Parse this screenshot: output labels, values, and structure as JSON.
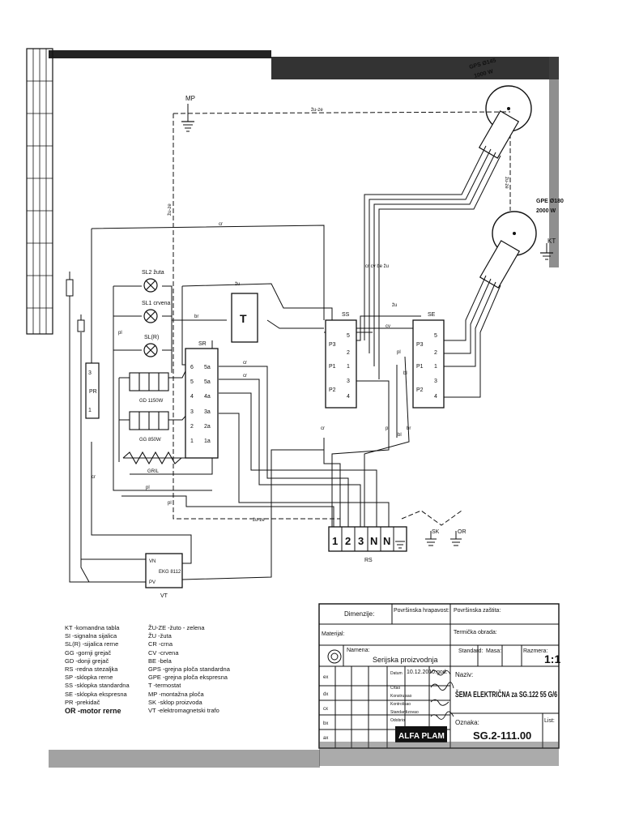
{
  "components": {
    "mp": "MP",
    "gps": "GPS Ø145",
    "gps_power": "1000 W",
    "gpe": "GPE Ø180",
    "gpe_power": "2000 W",
    "kt": "KT",
    "sl2": "SL2 žuta",
    "sl1": "SL1 crvena",
    "slr": "SL(R)",
    "t": "T",
    "sr": "SR",
    "ss": "SS",
    "se": "SE",
    "gd": "GD 1150W",
    "gg": "GG 850W",
    "grill": "GRIL",
    "pr": "PR",
    "rs": "RS",
    "sk": "SK",
    "or": "OR",
    "vt": "VT",
    "vt_model": "EKG 8112",
    "vn": "VN",
    "pv": "PV"
  },
  "wire_labels": {
    "zu_ze": "žu-ze",
    "cr": "cr",
    "bl": "bl",
    "br": "br",
    "pl": "pl",
    "cv": "cv",
    "zu": "žu",
    "cr_cv_be_zu": "cr cv be žu"
  },
  "terminals": {
    "sr": [
      "6",
      "5",
      "4",
      "3",
      "2",
      "1",
      "5a",
      "5a",
      "4a",
      "3a",
      "2a",
      "1a"
    ],
    "ss": [
      "5",
      "P3",
      "2",
      "P1",
      "1",
      "3",
      "P2",
      "4"
    ],
    "se": [
      "P3",
      "5",
      "2",
      "P1",
      "1",
      "3",
      "P2",
      "4"
    ],
    "rs": [
      "1",
      "2",
      "3",
      "N",
      "N"
    ],
    "pr": [
      "3",
      "1"
    ]
  },
  "legend_left": [
    "KT -komandna tabla",
    "SI -signalna sijalica",
    "SL(R) -sijalica rerne",
    "GG -gornji grejač",
    "GD -donji grejač",
    "RS -redna stezaljka",
    "SP -sklopka rerne",
    "SS -sklopka standardna",
    "SE -sklopka ekspresna",
    "PR -prekidač",
    "OR -motor rerne"
  ],
  "legend_right": [
    "ŽU-ZE -žuto - zelena",
    "ŽU -žuta",
    "CR -crna",
    "CV -crvena",
    "BE -bela",
    "GPS -grejna ploča standardna",
    "GPE -grejna ploča ekspresna",
    "T -termostat",
    "MP -montažna ploča",
    "SK -sklop proizvoda",
    "VT -elektromagnetski trafo"
  ],
  "title_block": {
    "dimenzije": "Dimenzije:",
    "povrsinska_hrapavost": "Površinska hrapavost:",
    "povrsinska_zastita": "Površinska zaštita:",
    "materijal": "Materijal:",
    "termicka_obrada": "Termička obrada:",
    "namena_label": "Namena:",
    "namena_value": "Serijska proizvodnja",
    "standard": "Standard:",
    "masa": "Masa:",
    "razmera": "Razmera:",
    "razmera_value": "1:1",
    "datum": "Datum",
    "date_value": "10.12.2010.god.",
    "naziv_label": "Naziv:",
    "naziv_value": "ŠEMA ELEKTRIČNA za SG.122 55 G/6",
    "oznaka_label": "Oznaka:",
    "oznaka_value": "SG.2-111.00",
    "list": "List:",
    "company": "ALFA PLAM",
    "rows": [
      "Crtao",
      "Konstruisao",
      "Kontrolisao",
      "Standardizovao",
      "Odobrio"
    ],
    "rev_marks": [
      "ex",
      "dx",
      "cx",
      "bx",
      "ax"
    ]
  }
}
